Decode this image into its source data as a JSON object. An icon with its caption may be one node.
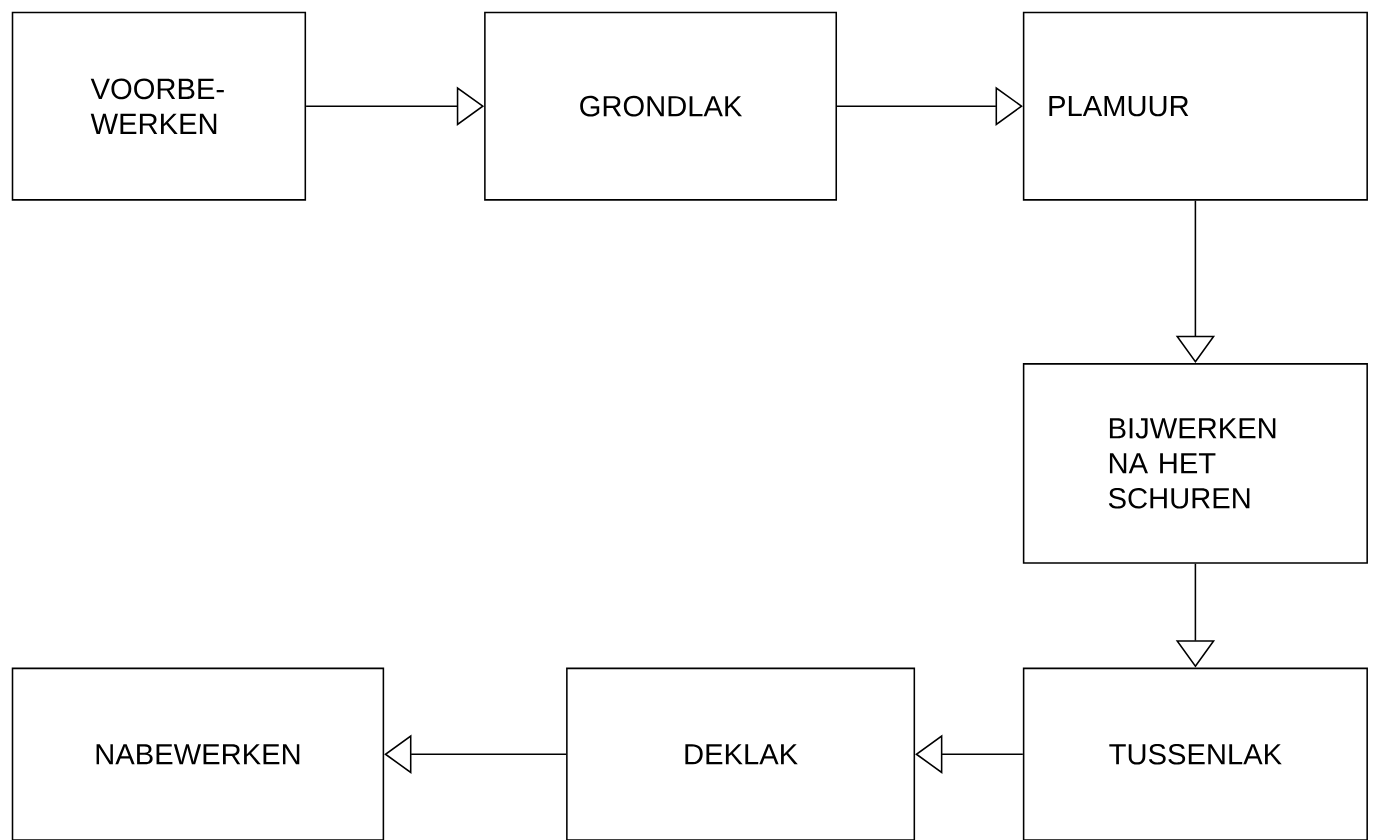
{
  "diagram": {
    "nodes": [
      {
        "text": [
          "VOORBE- WERKEN"
        ]
      },
      {
        "text": [
          "GRONDLAK"
        ]
      },
      {
        "text": [
          "PLAMUUR"
        ]
      },
      {
        "text": [
          "BIJWERKEN NA HET SCHUREN"
        ]
      },
      {
        "text": [
          "TUSSENLAK"
        ]
      },
      {
        "text": [
          "DEKLAK"
        ]
      },
      {
        "text": [
          "NABEWERKEN"
        ]
      }
    ],
    "edges": [
      {
        "from": 0,
        "to": 1,
        "arrow": "to"
      },
      {
        "from": 1,
        "to": 2,
        "arrow": "to"
      },
      {
        "from": 2,
        "to": 3,
        "arrow": "to"
      },
      {
        "from": 3,
        "to": 4,
        "arrow": "to"
      },
      {
        "from": 4,
        "to": 5,
        "arrow": "to"
      },
      {
        "from": 5,
        "to": 6,
        "arrow": "to"
      }
    ]
  }
}
